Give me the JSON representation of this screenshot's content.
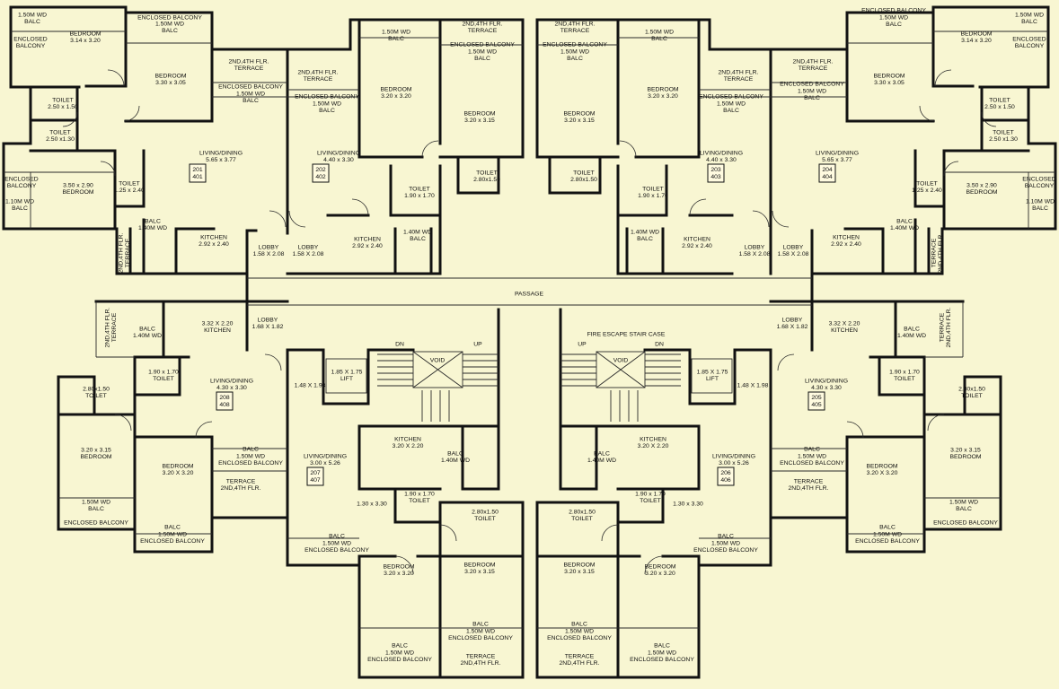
{
  "colors": {
    "background": "#f8f6d2",
    "wall": "#121212",
    "thin": "#2a2a2a"
  },
  "labels": [
    {
      "name": "bedroom-201-a",
      "lines": [
        "BEDROOM",
        "3.14 x 3.20"
      ]
    },
    {
      "name": "bedroom-201-b",
      "lines": [
        "BEDROOM",
        "3.30 x 3.05"
      ]
    },
    {
      "name": "balc-201-a",
      "lines": [
        "1.50M WD",
        "BALC"
      ]
    },
    {
      "name": "enclosed-balcony-201-a",
      "lines": [
        "ENCLOSED",
        "BALCONY"
      ]
    },
    {
      "name": "enclosed-balcony-201-b",
      "lines": [
        "ENCLOSED BALCONY"
      ]
    },
    {
      "name": "balc-201-b",
      "lines": [
        "1.50M WD",
        "BALC"
      ]
    },
    {
      "name": "terrace-201",
      "lines": [
        "2ND,4TH FLR.",
        "TERRACE"
      ]
    },
    {
      "name": "enclosed-balcony-201-c",
      "lines": [
        "ENCLOSED BALCONY",
        "1.50M WD",
        "BALC"
      ]
    },
    {
      "name": "toilet-201-a",
      "lines": [
        "TOILET",
        "2.50 x 1.50"
      ]
    },
    {
      "name": "toilet-201-b",
      "lines": [
        "TOILET",
        "2.50 x1.30"
      ]
    },
    {
      "name": "living-201",
      "lines": [
        "LIVING/DINING",
        "5.65 x 3.77"
      ]
    },
    {
      "name": "enclosed-balcony-201-d",
      "lines": [
        "ENCLOSED",
        "BALCONY"
      ]
    },
    {
      "name": "balc-201-c",
      "lines": [
        "1.10M WD",
        "BALC"
      ]
    },
    {
      "name": "bedroom-201-c",
      "lines": [
        "3.50 x 2.90",
        "BEDROOM"
      ]
    },
    {
      "name": "toilet-201-c",
      "lines": [
        "TOILET",
        "1.25 x 2.40"
      ]
    },
    {
      "name": "balc-201-d",
      "lines": [
        "BALC",
        "1.40M WD"
      ]
    },
    {
      "name": "kitchen-201",
      "lines": [
        "KITCHEN",
        "2.92 x 2.40"
      ]
    },
    {
      "name": "lobby-201",
      "lines": [
        "LOBBY",
        "1.58 X 2.08"
      ]
    },
    {
      "name": "terrace-201-b",
      "lines": [
        "2ND,4TH FLR.",
        "TERRACE"
      ],
      "rotate": true
    },
    {
      "name": "terrace-202",
      "lines": [
        "2ND,4TH FLR.",
        "TERRACE"
      ]
    },
    {
      "name": "enclosed-balcony-202",
      "lines": [
        "ENCLOSED BALCONY",
        "1.50M WD",
        "BALC"
      ]
    },
    {
      "name": "balc-202-a",
      "lines": [
        "1.50M WD",
        "BALC"
      ]
    },
    {
      "name": "bedroom-202-a",
      "lines": [
        "BEDROOM",
        "3.20 x 3.20"
      ]
    },
    {
      "name": "terrace-202-b",
      "lines": [
        "2ND,4TH FLR.",
        "TERRACE"
      ]
    },
    {
      "name": "enclosed-balcony-202-b",
      "lines": [
        "ENCLOSED BALCONY",
        "1.50M WD",
        "BALC"
      ]
    },
    {
      "name": "bedroom-202-b",
      "lines": [
        "BEDROOM",
        "3.20 x 3.15"
      ]
    },
    {
      "name": "living-202",
      "lines": [
        "LIVING/DINING",
        "4.40 x 3.30"
      ]
    },
    {
      "name": "toilet-202-a",
      "lines": [
        "TOILET",
        "2.80x1.50"
      ]
    },
    {
      "name": "toilet-202-b",
      "lines": [
        "TOILET",
        "1.90 x 1.70"
      ]
    },
    {
      "name": "kitchen-202",
      "lines": [
        "KITCHEN",
        "2.92 x 2.40"
      ]
    },
    {
      "name": "balc-202-b",
      "lines": [
        "1.40M WD",
        "BALC"
      ]
    },
    {
      "name": "lobby-202",
      "lines": [
        "LOBBY",
        "1.58 X 2.08"
      ]
    },
    {
      "name": "terrace-203",
      "lines": [
        "2ND,4TH FLR.",
        "TERRACE"
      ]
    },
    {
      "name": "enclosed-balcony-203",
      "lines": [
        "ENCLOSED BALCONY",
        "1.50M WD",
        "BALC"
      ]
    },
    {
      "name": "balc-203-a",
      "lines": [
        "1.50M WD",
        "BALC"
      ]
    },
    {
      "name": "bedroom-203-a",
      "lines": [
        "BEDROOM",
        "3.20 x 3.15"
      ]
    },
    {
      "name": "bedroom-203-b",
      "lines": [
        "BEDROOM",
        "3.20 x 3.20"
      ]
    },
    {
      "name": "terrace-203-b",
      "lines": [
        "2ND,4TH FLR.",
        "TERRACE"
      ]
    },
    {
      "name": "enclosed-balcony-203-b",
      "lines": [
        "ENCLOSED BALCONY",
        "1.50M WD",
        "BALC"
      ]
    },
    {
      "name": "living-203",
      "lines": [
        "LIVING/DINING",
        "4.40 x 3.30"
      ]
    },
    {
      "name": "toilet-203-a",
      "lines": [
        "TOILET",
        "2.80x1.50"
      ]
    },
    {
      "name": "toilet-203-b",
      "lines": [
        "TOILET",
        "1.90 x 1.70"
      ]
    },
    {
      "name": "balc-203-b",
      "lines": [
        "1.40M WD",
        "BALC"
      ]
    },
    {
      "name": "kitchen-203",
      "lines": [
        "KITCHEN",
        "2.92 x 2.40"
      ]
    },
    {
      "name": "lobby-203",
      "lines": [
        "LOBBY",
        "1.58 X 2.08"
      ]
    },
    {
      "name": "enclosed-balcony-204-a",
      "lines": [
        "ENCLOSED BALCONY",
        "1.50M WD",
        "BALC"
      ]
    },
    {
      "name": "bedroom-204-a",
      "lines": [
        "BEDROOM",
        "3.14 x 3.20"
      ]
    },
    {
      "name": "balc-204-a",
      "lines": [
        "1.50M WD",
        "BALC"
      ]
    },
    {
      "name": "enclosed-balcony-204-b",
      "lines": [
        "ENCLOSED",
        "BALCONY"
      ]
    },
    {
      "name": "terrace-204",
      "lines": [
        "2ND,4TH FLR.",
        "TERRACE"
      ]
    },
    {
      "name": "enclosed-balcony-204-c",
      "lines": [
        "ENCLOSED BALCONY",
        "1.50M WD",
        "BALC"
      ]
    },
    {
      "name": "bedroom-204-b",
      "lines": [
        "BEDROOM",
        "3.30 x 3.05"
      ]
    },
    {
      "name": "toilet-204-a",
      "lines": [
        "TOILET",
        "2.50 x 1.50"
      ]
    },
    {
      "name": "toilet-204-b",
      "lines": [
        "TOILET",
        "2.50 x1.30"
      ]
    },
    {
      "name": "living-204",
      "lines": [
        "LIVING/DINING",
        "5.65 x 3.77"
      ]
    },
    {
      "name": "toilet-204-c",
      "lines": [
        "TOILET",
        "1.25 x 2.40"
      ]
    },
    {
      "name": "bedroom-204-c",
      "lines": [
        "3.50 x 2.90",
        "BEDROOM"
      ]
    },
    {
      "name": "enclosed-balcony-204-d",
      "lines": [
        "ENCLOSED",
        "BALCONY"
      ]
    },
    {
      "name": "balc-204-b",
      "lines": [
        "1.10M WD",
        "BALC"
      ]
    },
    {
      "name": "balc-204-c",
      "lines": [
        "BALC",
        "1.40M WD"
      ]
    },
    {
      "name": "kitchen-204",
      "lines": [
        "KITCHEN",
        "2.92 x 2.40"
      ]
    },
    {
      "name": "lobby-204",
      "lines": [
        "LOBBY",
        "1.58 X 2.08"
      ]
    },
    {
      "name": "terrace-204-b",
      "lines": [
        "TERRACE",
        "2ND,4TH FLR."
      ],
      "rotate": true
    },
    {
      "name": "passage",
      "lines": [
        "PASSAGE"
      ]
    },
    {
      "name": "terrace-208-a",
      "lines": [
        "2ND,4TH FLR.",
        "TERRACE"
      ],
      "rotate": true
    },
    {
      "name": "balc-208-a",
      "lines": [
        "BALC",
        "1.40M WD"
      ]
    },
    {
      "name": "kitchen-208",
      "lines": [
        "3.32 X 2.20",
        "KITCHEN"
      ]
    },
    {
      "name": "lobby-208",
      "lines": [
        "LOBBY",
        "1.68 X 1.82"
      ]
    },
    {
      "name": "toilet-208-a",
      "lines": [
        "1.90 x 1.70",
        "TOILET"
      ]
    },
    {
      "name": "toilet-208-b",
      "lines": [
        "2.80x1.50",
        "TOILET"
      ]
    },
    {
      "name": "living-208",
      "lines": [
        "LIVING/DINING",
        "4.30 x 3.30"
      ]
    },
    {
      "name": "bedroom-208-a",
      "lines": [
        "3.20 x 3.15",
        "BEDROOM"
      ]
    },
    {
      "name": "bedroom-208-b",
      "lines": [
        "BEDROOM",
        "3.20 X 3.20"
      ]
    },
    {
      "name": "balc-208-b",
      "lines": [
        "BALC",
        "1.50M WD",
        "ENCLOSED BALCONY"
      ]
    },
    {
      "name": "terrace-208-b",
      "lines": [
        "TERRACE",
        "2ND,4TH FLR."
      ]
    },
    {
      "name": "balc-208-c",
      "lines": [
        "1.50M WD",
        "BALC"
      ]
    },
    {
      "name": "enclosed-balcony-208",
      "lines": [
        "ENCLOSED BALCONY"
      ]
    },
    {
      "name": "balc-208-d",
      "lines": [
        "BALC",
        "1.50M WD",
        "ENCLOSED BALCONY"
      ]
    },
    {
      "name": "lobby-207",
      "lines": [
        "1.48 X 1.98"
      ]
    },
    {
      "name": "lift-207",
      "lines": [
        "1.85 X 1.75",
        "LIFT"
      ]
    },
    {
      "name": "living-207",
      "lines": [
        "LIVING/DINING",
        "3.00 x 5.26"
      ]
    },
    {
      "name": "kitchen-207",
      "lines": [
        "KITCHEN",
        "3.20 X 2.20"
      ]
    },
    {
      "name": "balc-207-a",
      "lines": [
        "BALC",
        "1.40M WD"
      ]
    },
    {
      "name": "room-207",
      "lines": [
        "1.30 x 3.30"
      ]
    },
    {
      "name": "toilet-207-a",
      "lines": [
        "1.90 x 1.70",
        "TOILET"
      ]
    },
    {
      "name": "toilet-207-b",
      "lines": [
        "2.80x1.50",
        "TOILET"
      ]
    },
    {
      "name": "balc-207-b",
      "lines": [
        "BALC",
        "1.50M WD",
        "ENCLOSED BALCONY"
      ]
    },
    {
      "name": "bedroom-207-a",
      "lines": [
        "BEDROOM",
        "3.20 x 3.20"
      ]
    },
    {
      "name": "bedroom-207-b",
      "lines": [
        "BEDROOM",
        "3.20 x 3.15"
      ]
    },
    {
      "name": "balc-207-c",
      "lines": [
        "BALC",
        "1.50M WD",
        "ENCLOSED BALCONY"
      ]
    },
    {
      "name": "balc-207-d",
      "lines": [
        "BALC",
        "1.50M WD",
        "ENCLOSED BALCONY"
      ]
    },
    {
      "name": "terrace-207",
      "lines": [
        "TERRACE",
        "2ND,4TH FLR."
      ]
    },
    {
      "name": "stair-dn-left",
      "lines": [
        "DN"
      ]
    },
    {
      "name": "stair-up-left",
      "lines": [
        "UP"
      ]
    },
    {
      "name": "void-left",
      "lines": [
        "VOID"
      ]
    },
    {
      "name": "fire-escape",
      "lines": [
        "FIRE ESCAPE STAIR CASE"
      ]
    },
    {
      "name": "stair-up-right",
      "lines": [
        "UP"
      ]
    },
    {
      "name": "stair-dn-right",
      "lines": [
        "DN"
      ]
    },
    {
      "name": "void-right",
      "lines": [
        "VOID"
      ]
    },
    {
      "name": "lift-206",
      "lines": [
        "1.85 X 1.75",
        "LIFT"
      ]
    },
    {
      "name": "lobby-206",
      "lines": [
        "1.48 X 1.98"
      ]
    },
    {
      "name": "kitchen-206",
      "lines": [
        "KITCHEN",
        "3.20 X 2.20"
      ]
    },
    {
      "name": "balc-206-a",
      "lines": [
        "BALC",
        "1.40M WD"
      ]
    },
    {
      "name": "living-206",
      "lines": [
        "LIVING/DINING",
        "3.00 x 5.26"
      ]
    },
    {
      "name": "toilet-206-a",
      "lines": [
        "1.90 x 1.70",
        "TOILET"
      ]
    },
    {
      "name": "room-206",
      "lines": [
        "1.30 x 3.30"
      ]
    },
    {
      "name": "toilet-206-b",
      "lines": [
        "2.80x1.50",
        "TOILET"
      ]
    },
    {
      "name": "balc-206-b",
      "lines": [
        "BALC",
        "1.50M WD",
        "ENCLOSED BALCONY"
      ]
    },
    {
      "name": "bedroom-206-a",
      "lines": [
        "BEDROOM",
        "3.20 x 3.15"
      ]
    },
    {
      "name": "bedroom-206-b",
      "lines": [
        "BEDROOM",
        "3.20 x 3.20"
      ]
    },
    {
      "name": "balc-206-c",
      "lines": [
        "BALC",
        "1.50M WD",
        "ENCLOSED BALCONY"
      ]
    },
    {
      "name": "terrace-206",
      "lines": [
        "TERRACE",
        "2ND,4TH FLR."
      ]
    },
    {
      "name": "balc-206-d",
      "lines": [
        "BALC",
        "1.50M WD",
        "ENCLOSED BALCONY"
      ]
    },
    {
      "name": "lobby-205",
      "lines": [
        "LOBBY",
        "1.68 X 1.82"
      ]
    },
    {
      "name": "kitchen-205",
      "lines": [
        "3.32 X 2.20",
        "KITCHEN"
      ]
    },
    {
      "name": "balc-205-a",
      "lines": [
        "BALC",
        "1.40M WD"
      ]
    },
    {
      "name": "terrace-205-a",
      "lines": [
        "TERRACE",
        "2ND,4TH FLR."
      ],
      "rotate": true
    },
    {
      "name": "living-205",
      "lines": [
        "LIVING/DINING",
        "4.30 x 3.30"
      ]
    },
    {
      "name": "toilet-205-a",
      "lines": [
        "1.90 x 1.70",
        "TOILET"
      ]
    },
    {
      "name": "toilet-205-b",
      "lines": [
        "2.80x1.50",
        "TOILET"
      ]
    },
    {
      "name": "balc-205-b",
      "lines": [
        "BALC",
        "1.50M WD",
        "ENCLOSED BALCONY"
      ]
    },
    {
      "name": "terrace-205-b",
      "lines": [
        "TERRACE",
        "2ND,4TH FLR."
      ]
    },
    {
      "name": "bedroom-205-a",
      "lines": [
        "BEDROOM",
        "3.20 X 3.20"
      ]
    },
    {
      "name": "bedroom-205-b",
      "lines": [
        "3.20 x 3.15",
        "BEDROOM"
      ]
    },
    {
      "name": "balc-205-c",
      "lines": [
        "1.50M WD",
        "BALC"
      ]
    },
    {
      "name": "enclosed-balcony-205",
      "lines": [
        "ENCLOSED BALCONY"
      ]
    },
    {
      "name": "balc-205-d",
      "lines": [
        "BALC",
        "1.50M WD",
        "ENCLOSED BALCONY"
      ]
    }
  ],
  "units": [
    {
      "name": "unit-201-401",
      "lines": [
        "201",
        "401"
      ]
    },
    {
      "name": "unit-202-402",
      "lines": [
        "202",
        "402"
      ]
    },
    {
      "name": "unit-203-403",
      "lines": [
        "203",
        "403"
      ]
    },
    {
      "name": "unit-204-404",
      "lines": [
        "204",
        "404"
      ]
    },
    {
      "name": "unit-208-408",
      "lines": [
        "208",
        "408"
      ]
    },
    {
      "name": "unit-207-407",
      "lines": [
        "207",
        "407"
      ]
    },
    {
      "name": "unit-206-406",
      "lines": [
        "206",
        "406"
      ]
    },
    {
      "name": "unit-205-405",
      "lines": [
        "205",
        "405"
      ]
    }
  ]
}
